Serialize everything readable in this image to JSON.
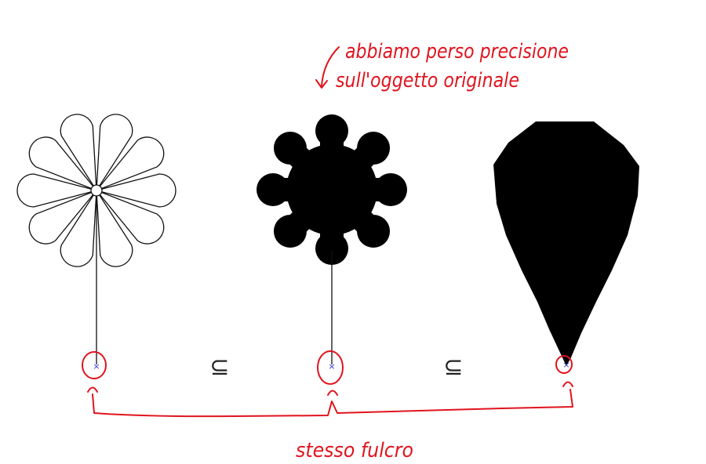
{
  "annotations": {
    "top_line1": "abbiamo perso precisione",
    "top_line2": "sull'oggetto originale",
    "bottom": "stesso fulcro"
  },
  "symbols": {
    "subset_left": "⊆",
    "subset_right": "⊆"
  },
  "figures": [
    {
      "name": "flower-outline",
      "petals": 10
    },
    {
      "name": "flower-filled",
      "petals": 8
    },
    {
      "name": "kite-hull"
    }
  ],
  "colors": {
    "annotation": "#e0141e",
    "fulcrum_marker": "#3a3ad0",
    "fill": "#000000",
    "stroke": "#000000"
  },
  "icons": {
    "fulcrum": "x-mark-icon",
    "arrow": "curved-arrow-icon"
  }
}
